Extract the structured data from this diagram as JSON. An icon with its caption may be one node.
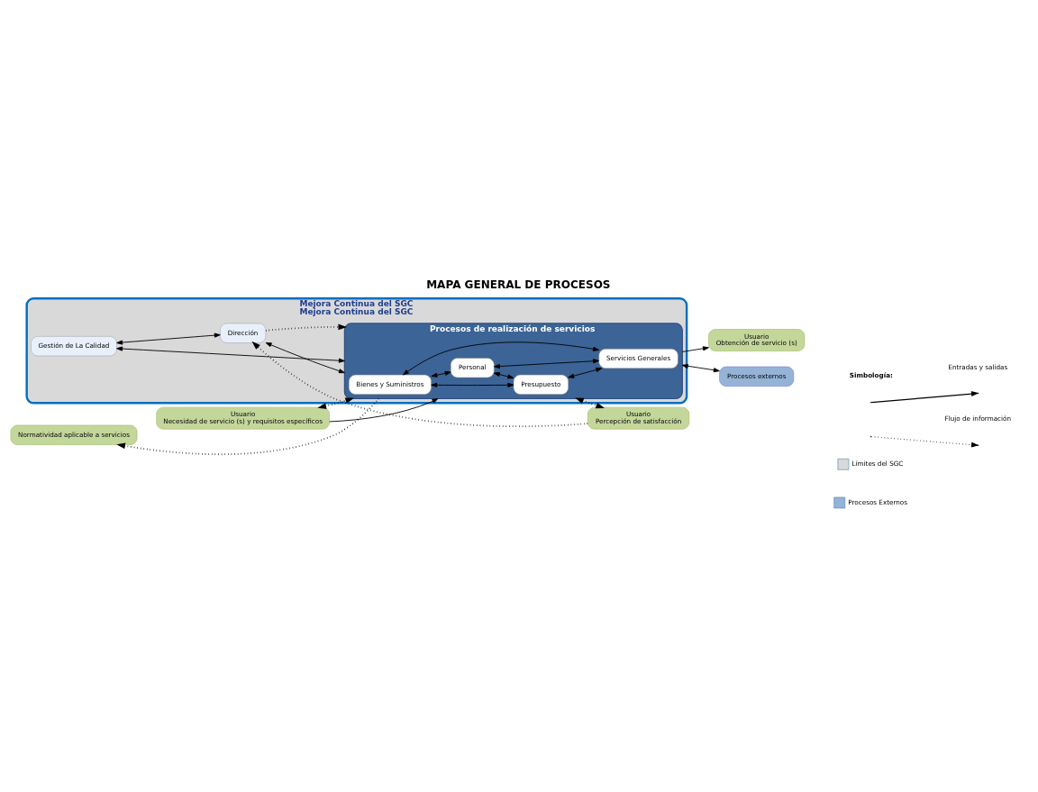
{
  "diagram": {
    "title": "MAPA GENERAL DE PROCESOS",
    "nodes": [
      {
        "text": [
          "Mejora Continua del SGC",
          "Mejora Continua del SGC"
        ]
      },
      {
        "text": [
          "Dirección"
        ],
        "in": 0
      },
      {
        "text": [
          "Gestión de La Calidad"
        ],
        "in": 0
      },
      {
        "text": [
          "Procesos de realización de servicios"
        ],
        "in": 0
      },
      {
        "text": [
          "Bienes y Suministros"
        ],
        "in": 3
      },
      {
        "text": [
          "Presupuesto"
        ],
        "in": 3
      },
      {
        "text": [
          "Personal"
        ],
        "in": 3
      },
      {
        "text": [
          "Servicios Generales"
        ],
        "in": 3
      },
      {
        "text": [
          "Normatividad aplicable a servicios"
        ]
      },
      {
        "text": [
          "Usuario",
          "Necesidad de servicio (s) y requisitos específicos"
        ]
      },
      {
        "text": [
          "Usuario",
          "Percepción de satisfacción"
        ]
      },
      {
        "text": [
          "Usuario",
          "Obtención de servicio (s)"
        ]
      },
      {
        "text": [
          "Procesos externos"
        ]
      }
    ],
    "edges": [
      {
        "from": 2,
        "to": 1,
        "arrow": "both"
      },
      {
        "from": 2,
        "to": 3,
        "arrow": "both"
      },
      {
        "from": 1,
        "to": 3,
        "arrow": "both"
      },
      {
        "from": 10,
        "to": 1,
        "arrow": "to",
        "style": "dashed"
      },
      {
        "from": 1,
        "to": 3,
        "arrow": "to",
        "style": "dashed"
      },
      {
        "from": 3,
        "to": 10,
        "arrow": "both",
        "style": "dashed"
      },
      {
        "from": 9,
        "to": 3,
        "arrow": "both",
        "style": "dashed"
      },
      {
        "from": 3,
        "to": 8,
        "arrow": "to",
        "style": "dashed"
      },
      {
        "from": 9,
        "to": 3,
        "arrow": "to"
      },
      {
        "from": 3,
        "to": 11,
        "arrow": "to"
      },
      {
        "from": 4,
        "to": 5,
        "arrow": "both"
      },
      {
        "from": 4,
        "to": 6,
        "arrow": "both"
      },
      {
        "from": 5,
        "to": 7,
        "arrow": "both"
      },
      {
        "from": 6,
        "to": 7,
        "arrow": "both"
      },
      {
        "from": 4,
        "to": 7,
        "arrow": "both"
      },
      {
        "from": 6,
        "to": 5,
        "arrow": "both"
      },
      {
        "from": 3,
        "to": 12,
        "arrow": "both"
      }
    ],
    "labels": [
      "Simbología:"
    ],
    "legend": [
      {
        "text": "Entradas y salidas"
      },
      {
        "text": "Flujo de información"
      },
      {
        "text": "Límites del SGC",
        "color": "#d9d9d9"
      },
      {
        "text": "Procesos Externos",
        "color": "#95b3d7"
      }
    ]
  }
}
